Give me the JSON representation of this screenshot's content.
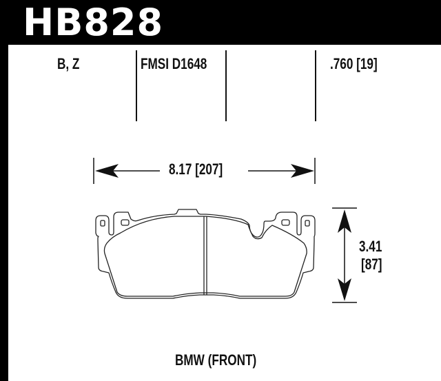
{
  "header": {
    "part_number": "HB828",
    "background_color": "#000000",
    "text_color": "#ffffff"
  },
  "specs": {
    "compound_codes": "B, Z",
    "fmsi": "FMSI D1648",
    "thickness": ".760 [19]"
  },
  "dimensions": {
    "width": {
      "inches": "8.17",
      "mm": "[207]",
      "label": "8.17  [207]"
    },
    "height": {
      "inches": "3.41",
      "mm": "[87]"
    }
  },
  "footer": {
    "application": "BMW (FRONT)"
  },
  "icons": {
    "left_arrow": "arrow-left-icon",
    "right_arrow": "arrow-right-icon",
    "up_arrow": "arrow-up-icon",
    "down_arrow": "arrow-down-icon"
  }
}
